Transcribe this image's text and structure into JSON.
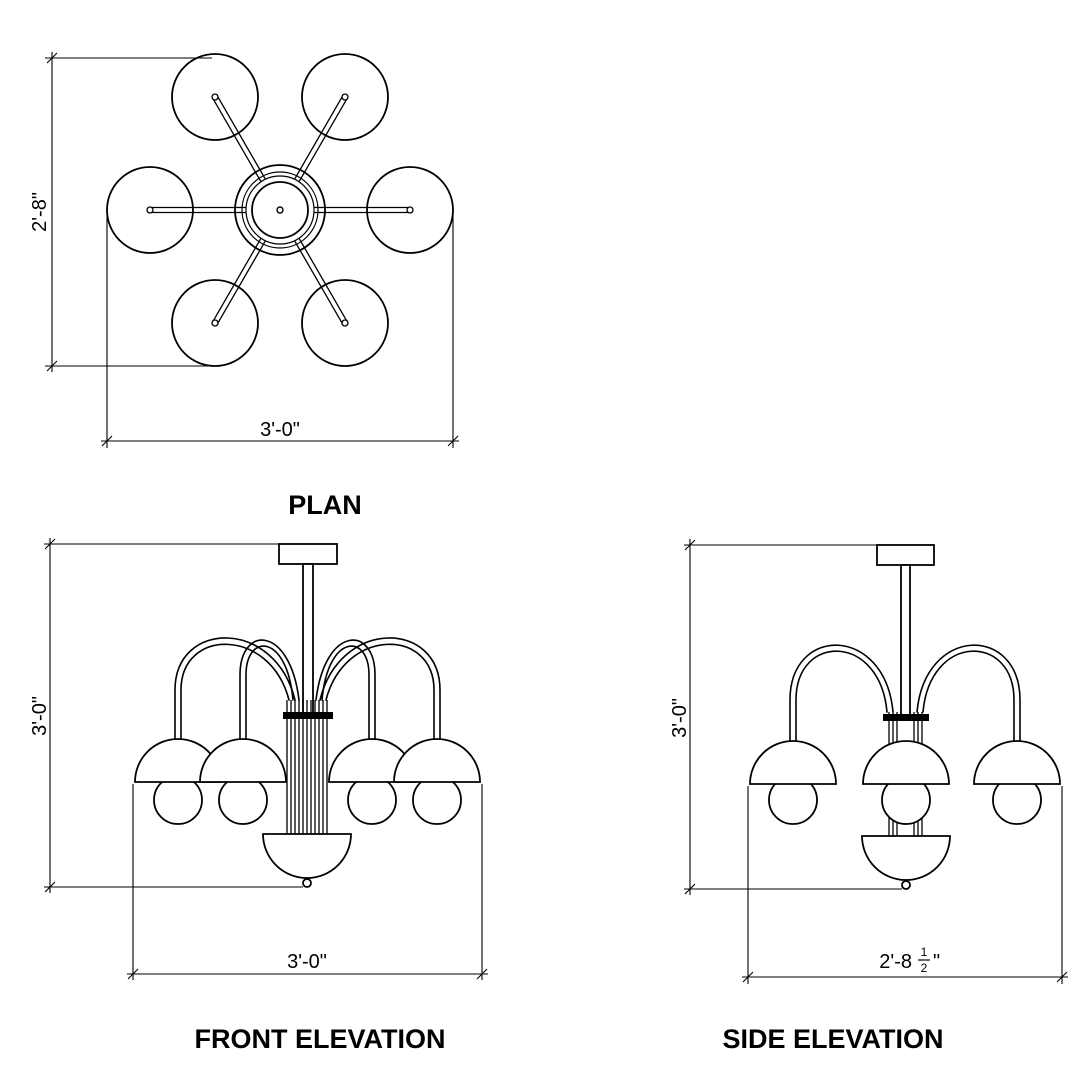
{
  "views": {
    "plan": {
      "title": "PLAN",
      "height_dim": "2'-8\"",
      "width_dim": "3'-0\""
    },
    "front": {
      "title": "FRONT ELEVATION",
      "height_dim": "3'-0\"",
      "width_dim": "3'-0\""
    },
    "side": {
      "title": "SIDE ELEVATION",
      "height_dim": "3'-0\"",
      "width_dim": "2'-8",
      "width_frac_num": "1",
      "width_frac_den": "2",
      "width_frac_suffix": "\""
    }
  }
}
